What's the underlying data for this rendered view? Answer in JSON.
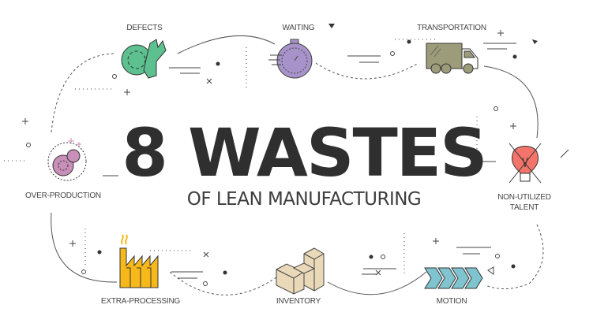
{
  "title": "8 WASTES",
  "subtitle": "OF LEAN MANUFACTURING",
  "wastes": [
    {
      "label": "DEFECTS",
      "icon": "gear-wrench-icon",
      "color": "#5cc08f"
    },
    {
      "label": "WAITING",
      "icon": "stopwatch-icon",
      "color": "#a793c9"
    },
    {
      "label": "TRANSPORTATION",
      "icon": "truck-icon",
      "color": "#9c9c7a"
    },
    {
      "label": "NON-UTILIZED",
      "label2": "TALENT",
      "icon": "crossed-lightbulb-icon",
      "color": "#f2746b"
    },
    {
      "label": "MOTION",
      "icon": "chevrons-icon",
      "color": "#7fc4cf"
    },
    {
      "label": "INVENTORY",
      "icon": "boxes-icon",
      "color": "#ead9b9"
    },
    {
      "label": "EXTRA-PROCESSING",
      "icon": "factory-icon",
      "color": "#f7b91a"
    },
    {
      "label": "OVER-PRODUCTION",
      "icon": "gears-icon",
      "color": "#c88fb8"
    }
  ]
}
